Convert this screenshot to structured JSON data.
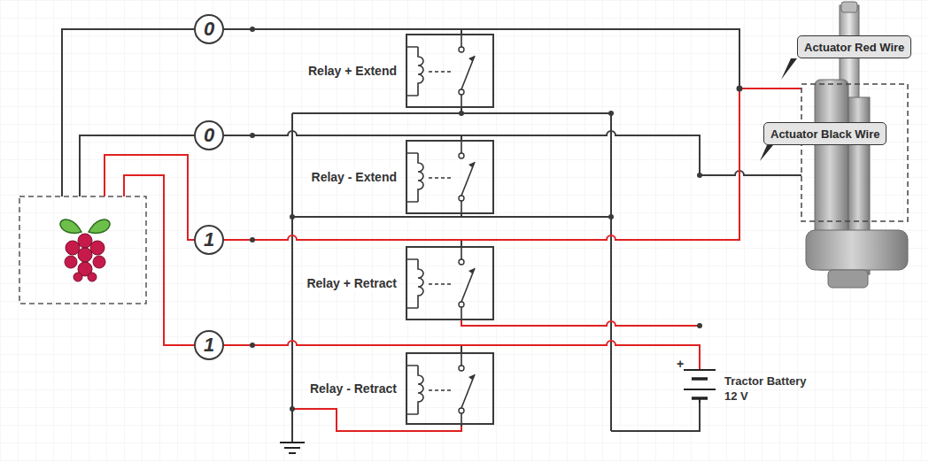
{
  "diagram": {
    "nodes": [
      {
        "text": [
          "0"
        ]
      },
      {
        "text": [
          "Relay + Extend"
        ]
      },
      {
        "text": [
          "0"
        ]
      },
      {
        "text": [
          "Relay - Extend"
        ]
      },
      {
        "text": [
          "1"
        ]
      },
      {
        "text": [
          "Relay + Retract"
        ]
      },
      {
        "text": [
          "1"
        ]
      },
      {
        "text": [
          "Relay - Retract"
        ]
      },
      {
        "text": [
          "Actuator Red Wire"
        ]
      },
      {
        "text": [
          "Actuator Black Wire"
        ]
      }
    ],
    "labels": [
      "+",
      "Tractor Battery 12 V"
    ]
  }
}
